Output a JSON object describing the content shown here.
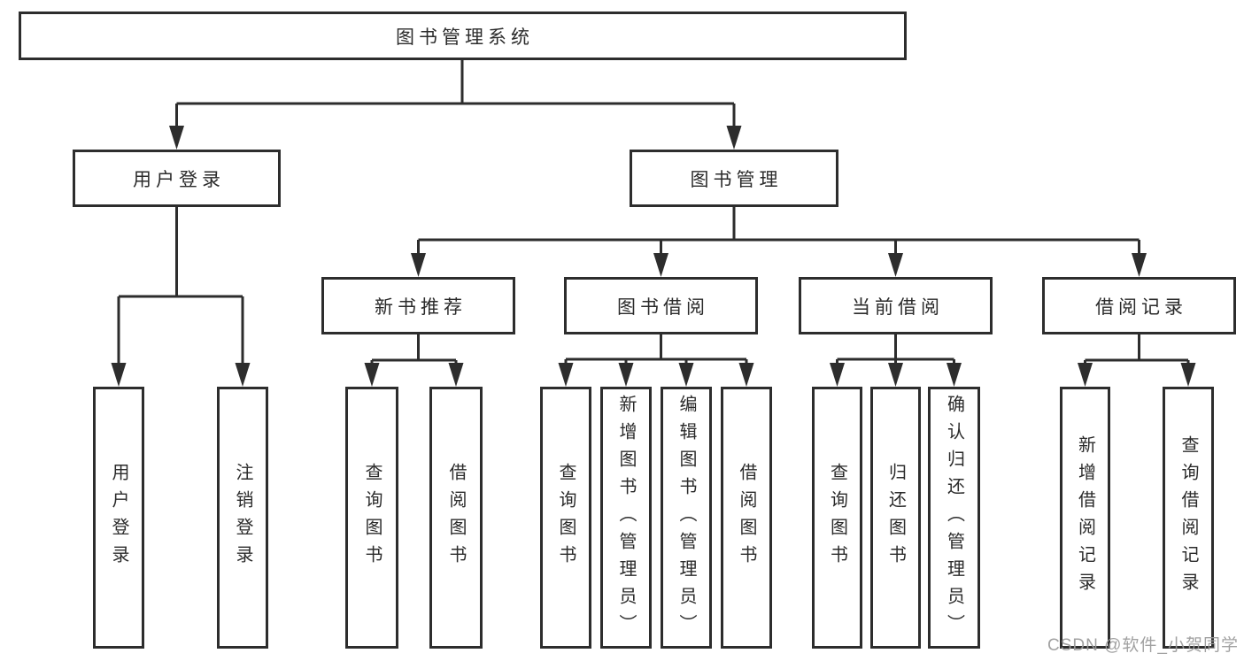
{
  "diagram_type": "hierarchy-diagram",
  "tree": {
    "root": {
      "label": "图书管理系统"
    },
    "branches": [
      {
        "key": "user-login",
        "label": "用户登录",
        "children": [
          {
            "label": "用户登录"
          },
          {
            "label": "注销登录"
          }
        ]
      },
      {
        "key": "book-management",
        "label": "图书管理",
        "groups": [
          {
            "key": "new-book-recommend",
            "label": "新书推荐",
            "children": [
              {
                "label": "查询图书"
              },
              {
                "label": "借阅图书"
              }
            ]
          },
          {
            "key": "book-borrowing",
            "label": "图书借阅",
            "children": [
              {
                "label": "查询图书"
              },
              {
                "label": "新增图书（管理员）"
              },
              {
                "label": "编辑图书（管理员）"
              },
              {
                "label": "借阅图书"
              }
            ]
          },
          {
            "key": "current-borrowing",
            "label": "当前借阅",
            "children": [
              {
                "label": "查询图书"
              },
              {
                "label": "归还图书"
              },
              {
                "label": "确认归还（管理员）"
              }
            ]
          },
          {
            "key": "borrowing-records",
            "label": "借阅记录",
            "children": [
              {
                "label": "新增借阅记录"
              },
              {
                "label": "查询借阅记录"
              }
            ]
          }
        ]
      }
    ]
  },
  "watermark": {
    "text": "CSDN @软件_小贺同学"
  },
  "colors": {
    "line": "#2d2d2d",
    "box_border": "#2d2d2d",
    "text": "#2b2b2b",
    "background": "#ffffff",
    "watermark": "#9a9a9a"
  }
}
